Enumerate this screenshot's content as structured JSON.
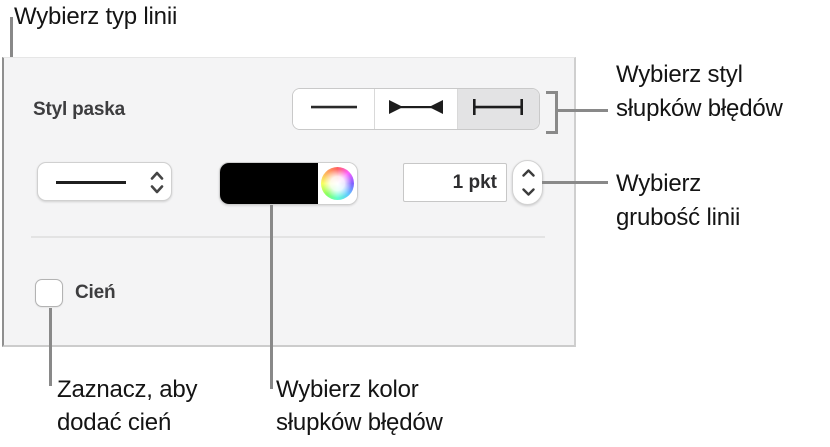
{
  "callouts": {
    "line_type": "Wybierz typ linii",
    "bar_style_line1": "Wybierz styl",
    "bar_style_line2": "słupków błędów",
    "line_weight_line1": "Wybierz",
    "line_weight_line2": "grubość linii",
    "shadow_line1": "Zaznacz, aby",
    "shadow_line2": "dodać cień",
    "bar_color_line1": "Wybierz kolor",
    "bar_color_line2": "słupków błędów"
  },
  "panel": {
    "bar_style_label": "Styl paska",
    "shadow_label": "Cień",
    "shadow_checked": false,
    "line_weight_value": "1 pkt",
    "segmented": {
      "selected_index": 2,
      "segments": [
        "plain-line-icon",
        "arrow-caps-icon",
        "end-caps-icon"
      ]
    },
    "line_type_popup_value": "solid-line",
    "bar_color_value": "#000000"
  },
  "icons": [
    "chevron-up-down-icon",
    "color-wheel-icon",
    "stepper-chevrons-icon"
  ],
  "colors": {
    "callout_line": "#898989",
    "callout_text": "#141414",
    "panel_bg": "#f4f4f5",
    "panel_label": "#3d3d3f",
    "selected_segment_bg": "#e3e3e4",
    "control_bg": "#ffffff",
    "color_well": "#000000"
  }
}
